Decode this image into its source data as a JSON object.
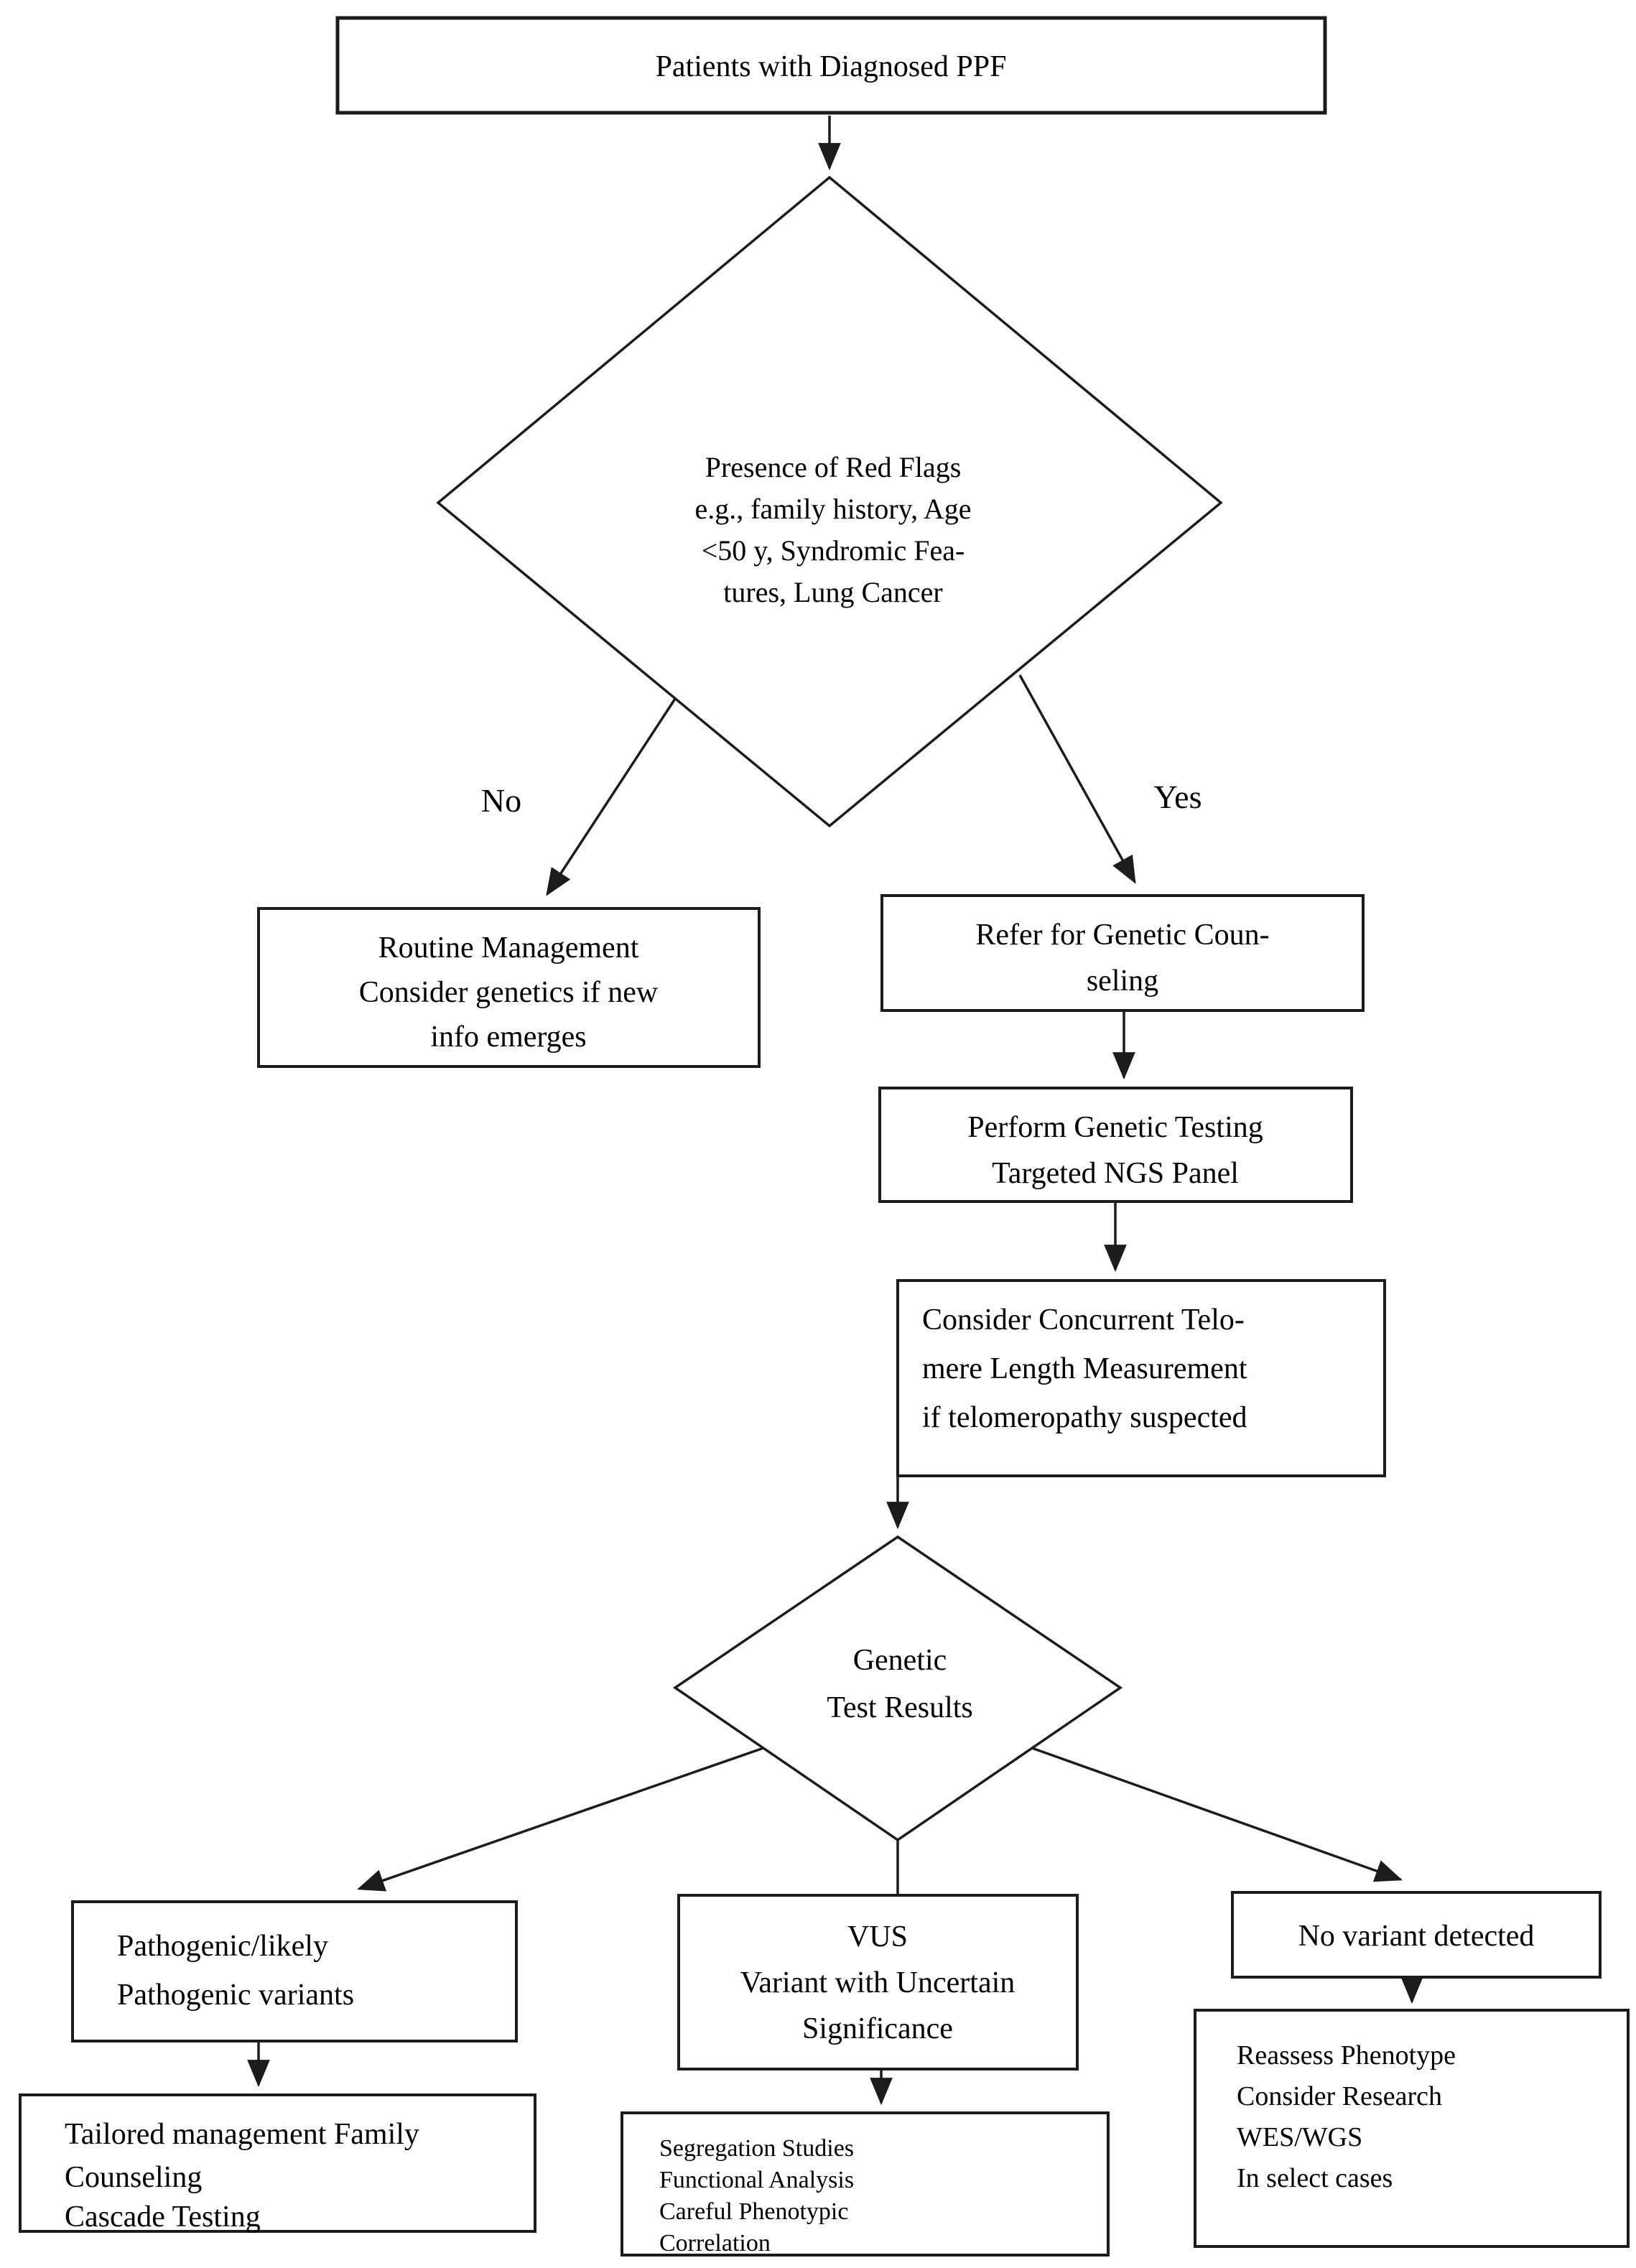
{
  "diagram": {
    "type": "flowchart",
    "background": "#ffffff",
    "stroke_color": "#1c1c1c",
    "text_color": "#000000",
    "nodes": {
      "start": {
        "shape": "rect",
        "lines": [
          "Patients with Diagnosed PPF"
        ]
      },
      "red_flags_decision": {
        "shape": "diamond",
        "lines": [
          "Presence of Red Flags",
          "e.g., family history, Age",
          "<50 y, Syndromic Fea-",
          "tures, Lung Cancer"
        ]
      },
      "routine": {
        "shape": "rect",
        "lines": [
          "Routine Management",
          "Consider genetics if new",
          "info emerges"
        ]
      },
      "refer": {
        "shape": "rect",
        "lines": [
          "Refer for Genetic Coun-",
          "seling"
        ]
      },
      "perform": {
        "shape": "rect",
        "lines": [
          "Perform Genetic Testing",
          "Targeted NGS Panel"
        ]
      },
      "telomere": {
        "shape": "rect",
        "lines": [
          "Consider Concurrent Telo-",
          "mere Length Measurement",
          "if telomeropathy suspected"
        ]
      },
      "results_decision": {
        "shape": "diamond",
        "lines": [
          "Genetic",
          "Test Results"
        ]
      },
      "pathogenic": {
        "shape": "rect",
        "lines": [
          "Pathogenic/likely",
          "Pathogenic variants"
        ]
      },
      "tailored": {
        "shape": "rect",
        "lines": [
          "Tailored management Family",
          "Counseling",
          "Cascade Testing"
        ]
      },
      "vus": {
        "shape": "rect",
        "lines": [
          "VUS",
          "Variant with Uncertain",
          "Significance"
        ]
      },
      "segregation": {
        "shape": "rect",
        "lines": [
          "Segregation Studies",
          "Functional Analysis",
          "Careful Phenotypic",
          "Correlation"
        ]
      },
      "no_variant": {
        "shape": "rect",
        "lines": [
          "No variant detected"
        ]
      },
      "reassess": {
        "shape": "rect",
        "lines": [
          "Reassess Phenotype",
          "Consider Research",
          "WES/WGS",
          "In select cases"
        ]
      }
    },
    "edge_labels": {
      "no": "No",
      "yes": "Yes"
    }
  }
}
